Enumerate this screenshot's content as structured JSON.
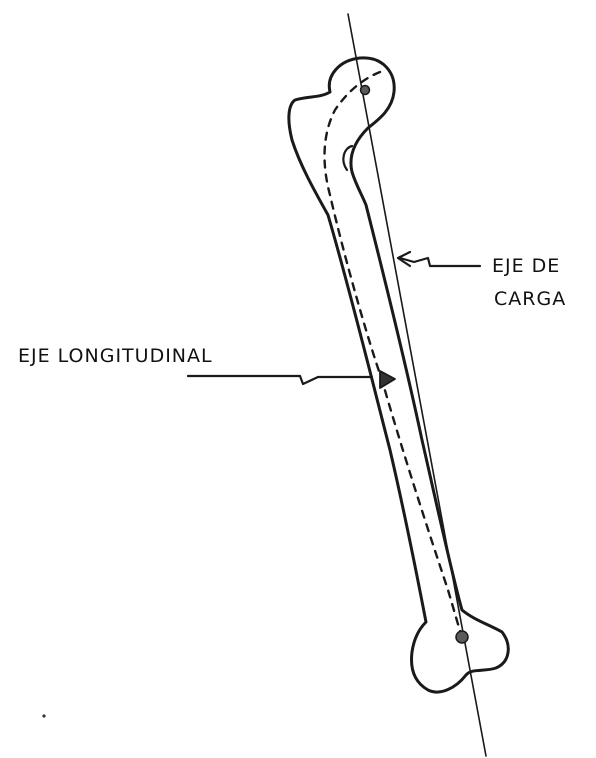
{
  "labels": {
    "load_axis_line1": "EJE DE",
    "load_axis_line2": "CARGA",
    "longitudinal_axis": "EJE LONGITUDINAL"
  },
  "colors": {
    "ink": "#1a1a1a",
    "background": "#ffffff"
  }
}
